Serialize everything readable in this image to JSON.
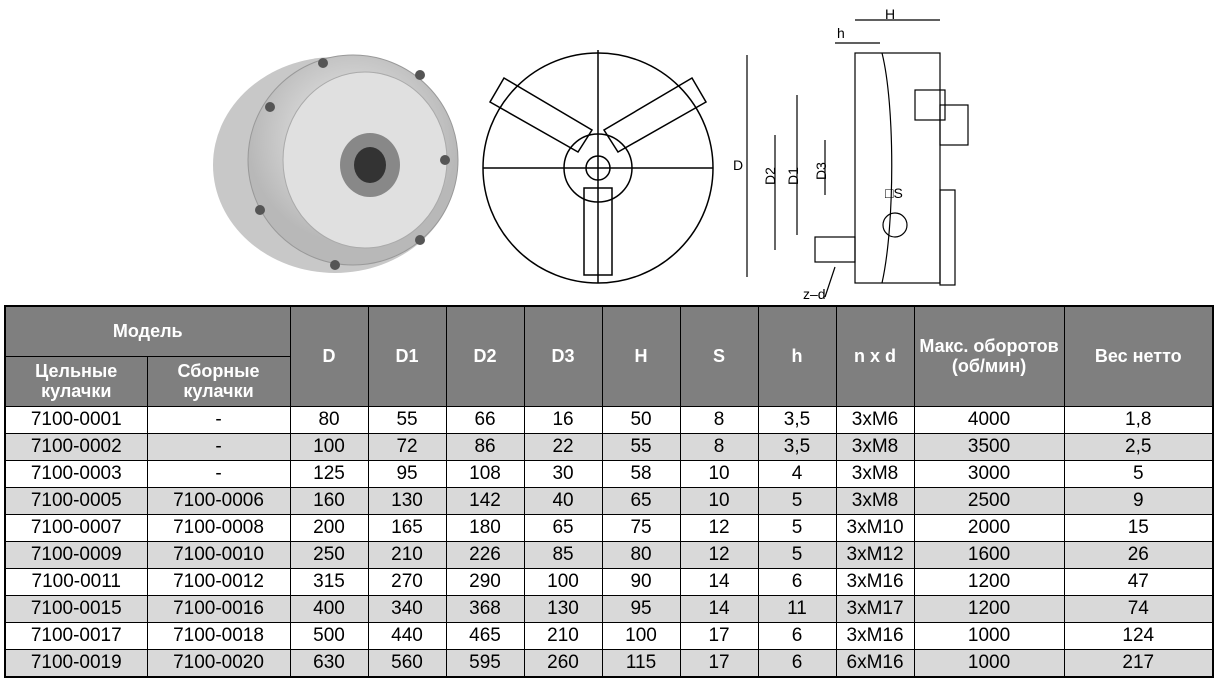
{
  "drawing": {
    "labels": {
      "H": "H",
      "h": "h",
      "D": "D",
      "D1": "D1",
      "D2": "D2",
      "D3": "D3",
      "S": "□S",
      "zd": "z–d"
    }
  },
  "table": {
    "header": {
      "model": "Модель",
      "solid": "Цельные кулачки",
      "assembled": "Сборные кулачки",
      "D": "D",
      "D1": "D1",
      "D2": "D2",
      "D3": "D3",
      "H": "H",
      "S": "S",
      "h": "h",
      "nxd": "n x d",
      "rpm": "Макс. оборотов (об/мин)",
      "weight": "Вес нетто"
    },
    "rows": [
      [
        "7100-0001",
        "-",
        "80",
        "55",
        "66",
        "16",
        "50",
        "8",
        "3,5",
        "3xM6",
        "4000",
        "1,8"
      ],
      [
        "7100-0002",
        "-",
        "100",
        "72",
        "86",
        "22",
        "55",
        "8",
        "3,5",
        "3xM8",
        "3500",
        "2,5"
      ],
      [
        "7100-0003",
        "-",
        "125",
        "95",
        "108",
        "30",
        "58",
        "10",
        "4",
        "3xM8",
        "3000",
        "5"
      ],
      [
        "7100-0005",
        "7100-0006",
        "160",
        "130",
        "142",
        "40",
        "65",
        "10",
        "5",
        "3xM8",
        "2500",
        "9"
      ],
      [
        "7100-0007",
        "7100-0008",
        "200",
        "165",
        "180",
        "65",
        "75",
        "12",
        "5",
        "3xM10",
        "2000",
        "15"
      ],
      [
        "7100-0009",
        "7100-0010",
        "250",
        "210",
        "226",
        "85",
        "80",
        "12",
        "5",
        "3xM12",
        "1600",
        "26"
      ],
      [
        "7100-0011",
        "7100-0012",
        "315",
        "270",
        "290",
        "100",
        "90",
        "14",
        "6",
        "3xM16",
        "1200",
        "47"
      ],
      [
        "7100-0015",
        "7100-0016",
        "400",
        "340",
        "368",
        "130",
        "95",
        "14",
        "11",
        "3xM17",
        "1200",
        "74"
      ],
      [
        "7100-0017",
        "7100-0018",
        "500",
        "440",
        "465",
        "210",
        "100",
        "17",
        "6",
        "3xM16",
        "1000",
        "124"
      ],
      [
        "7100-0019",
        "7100-0020",
        "630",
        "560",
        "595",
        "260",
        "115",
        "17",
        "6",
        "6xM16",
        "1000",
        "217"
      ]
    ]
  }
}
